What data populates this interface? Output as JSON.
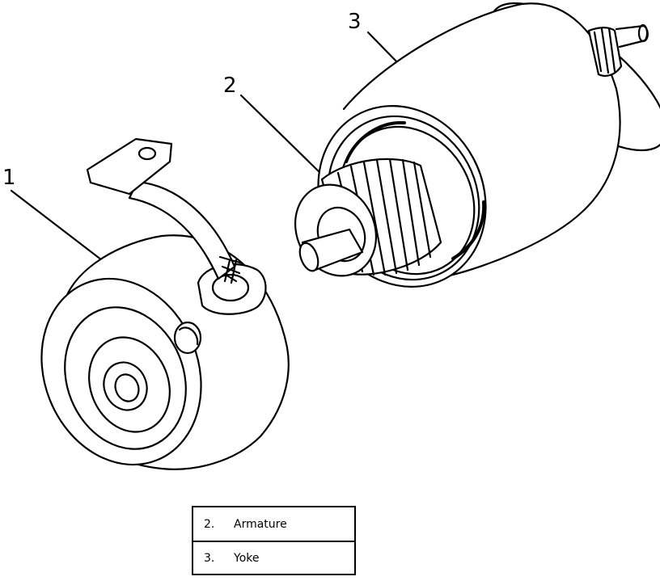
{
  "callouts": {
    "c1": "1",
    "c2": "2",
    "c3": "3"
  },
  "legend": [
    {
      "num": "2.",
      "name": "Armature"
    },
    {
      "num": "3.",
      "name": "Yoke"
    }
  ]
}
